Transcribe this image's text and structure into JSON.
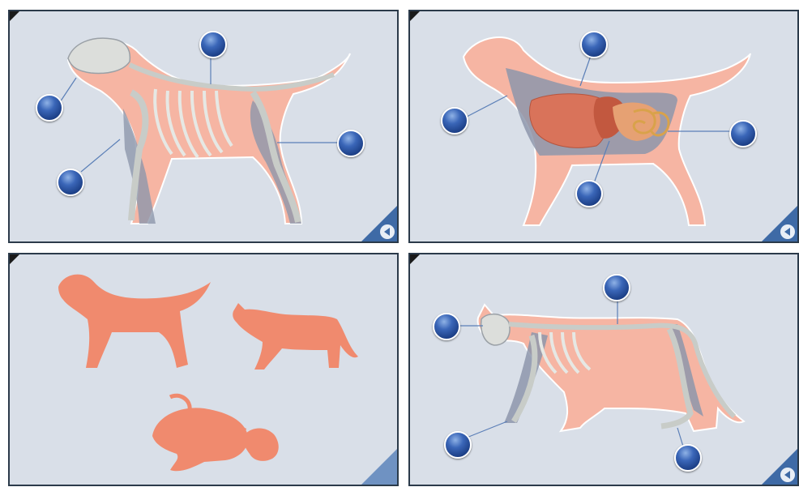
{
  "panels": [
    {
      "id": "dog-skeleton",
      "hotspots": 4,
      "nav_icon": "play-back-icon"
    },
    {
      "id": "dog-organs",
      "hotspots": 4,
      "nav_icon": "play-back-icon"
    },
    {
      "id": "silhouettes",
      "hotspots": 0,
      "nav_icon": ""
    },
    {
      "id": "cat-skeleton",
      "hotspots": 4,
      "nav_icon": "play-back-icon"
    }
  ],
  "colors": {
    "panel_bg": "#d9dfe8",
    "border": "#2b3a4a",
    "body_fill": "#f6b5a3",
    "silhouette": "#f08a6e",
    "bone": "#d9dcd8",
    "shadow": "#7d8aa0",
    "hotspot": "#1c3f86"
  }
}
